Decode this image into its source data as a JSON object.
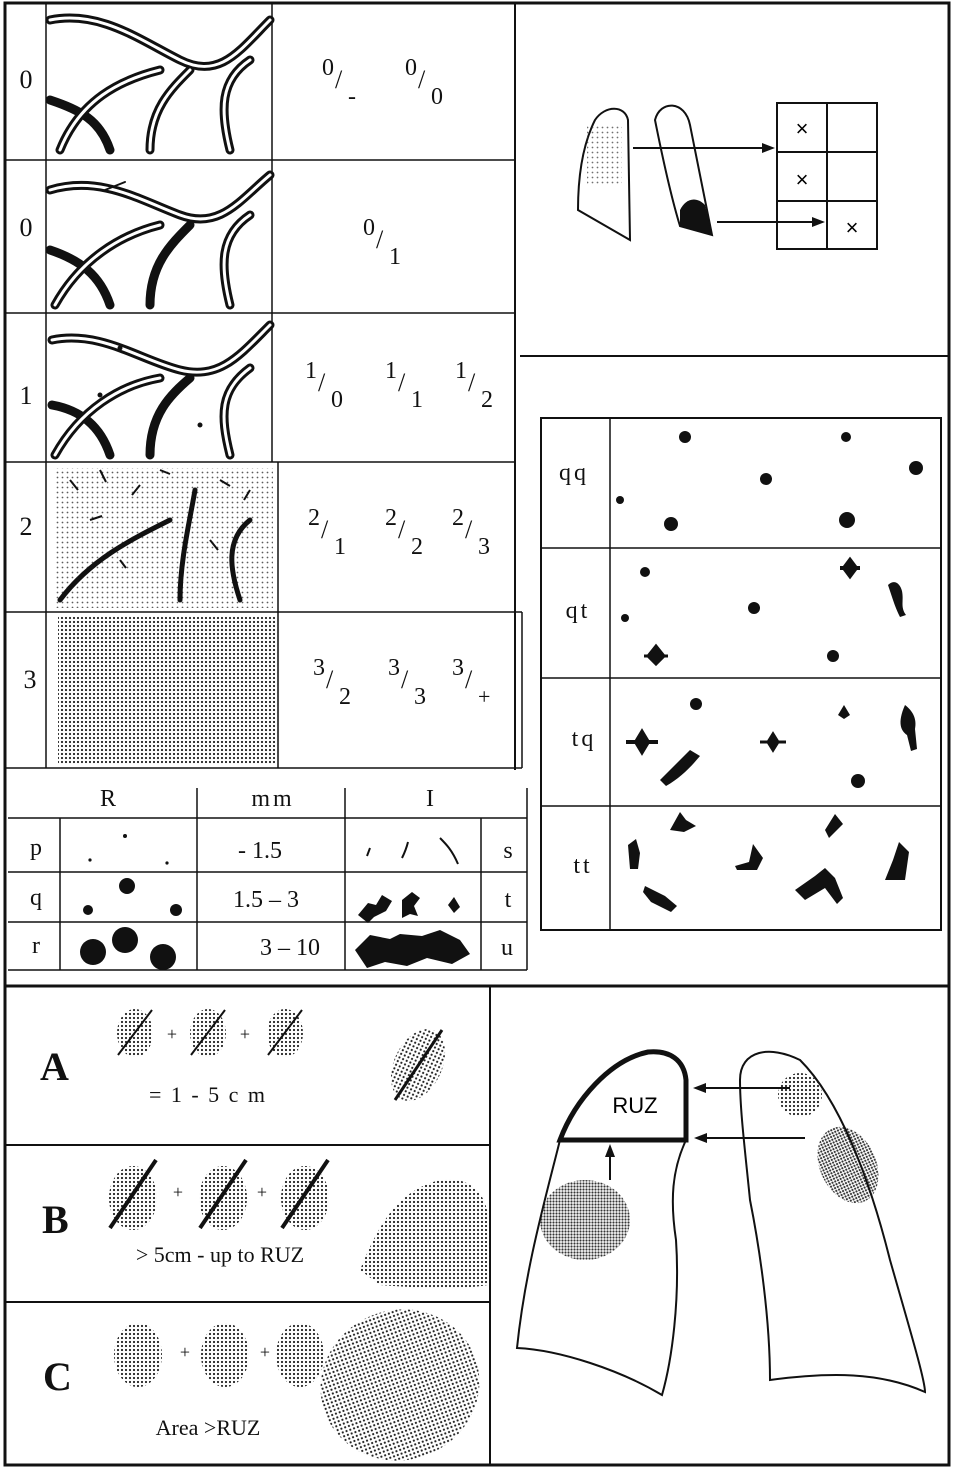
{
  "profusion": {
    "rows": [
      {
        "category": "0",
        "codes": [
          {
            "num": "0",
            "den": "-"
          },
          {
            "num": "0",
            "den": "0"
          }
        ]
      },
      {
        "category": "0",
        "codes": [
          {
            "num": "0",
            "den": "1"
          }
        ]
      },
      {
        "category": "1",
        "codes": [
          {
            "num": "1",
            "den": "0"
          },
          {
            "num": "1",
            "den": "1"
          },
          {
            "num": "1",
            "den": "2"
          }
        ]
      },
      {
        "category": "2",
        "codes": [
          {
            "num": "2",
            "den": "1"
          },
          {
            "num": "2",
            "den": "2"
          },
          {
            "num": "2",
            "den": "3"
          }
        ]
      },
      {
        "category": "3",
        "codes": [
          {
            "num": "3",
            "den": "2"
          },
          {
            "num": "3",
            "den": "3"
          },
          {
            "num": "3",
            "den": "+"
          }
        ]
      }
    ]
  },
  "size_table": {
    "headers": {
      "rounded": "R",
      "size": "mm",
      "irregular": "I"
    },
    "rows": [
      {
        "round_code": "p",
        "size": "- 1.5",
        "irreg_code": "s"
      },
      {
        "round_code": "q",
        "size": "1.5 – 3",
        "irreg_code": "t"
      },
      {
        "round_code": "r",
        "size": "3 – 10",
        "irreg_code": "u"
      }
    ]
  },
  "zone_diagram": {
    "marks": [
      "×",
      "×",
      "×"
    ]
  },
  "shape_combinations": {
    "labels": [
      "qq",
      "qt",
      "tq",
      "tt"
    ]
  },
  "large_opacities": {
    "A": {
      "letter": "A",
      "caption": "= 1 - 5  c m"
    },
    "B": {
      "letter": "B",
      "caption": "> 5cm - up to RUZ"
    },
    "C": {
      "letter": "C",
      "caption": "Area >RUZ"
    },
    "plus": "+"
  },
  "lung_diagram": {
    "zone_label": "RUZ"
  }
}
